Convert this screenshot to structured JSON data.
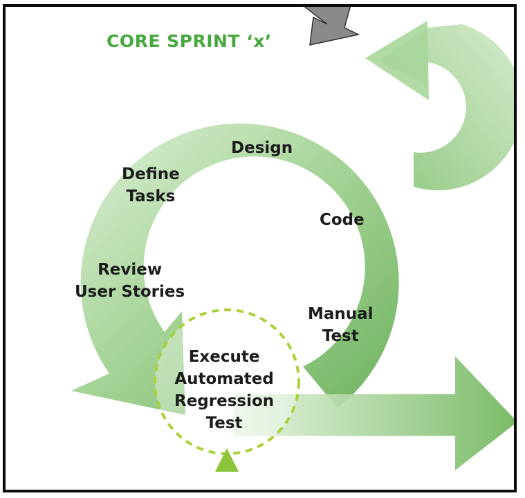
{
  "diagram": {
    "title": "CORE SPRINT ‘x’",
    "steps": [
      {
        "id": "define-tasks",
        "lines": [
          "Define",
          "Tasks"
        ]
      },
      {
        "id": "design",
        "lines": [
          "Design"
        ]
      },
      {
        "id": "code",
        "lines": [
          "Code"
        ]
      },
      {
        "id": "manual-test",
        "lines": [
          "Manual",
          "Test"
        ]
      },
      {
        "id": "review-user-stories",
        "lines": [
          "Review",
          "User Stories"
        ]
      },
      {
        "id": "execute-automated-regression-test",
        "lines": [
          "Execute",
          "Automated",
          "Regression",
          "Test"
        ]
      }
    ],
    "colors": {
      "arrow_light": "#dcefd6",
      "arrow_mid": "#9fd18f",
      "arrow_dark": "#5da94b",
      "title_green": "#47a83f",
      "dashed_circle": "#a8d13a",
      "marker": "#8cc43a",
      "grey_arrow": "#8a8a8a"
    }
  }
}
